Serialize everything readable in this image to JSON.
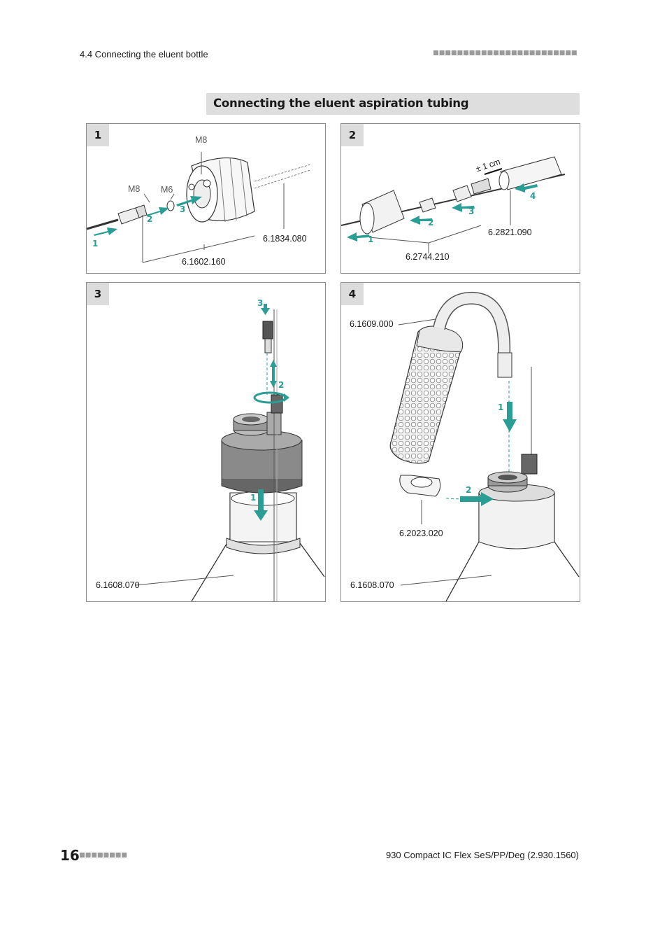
{
  "header": {
    "section": "4.4 Connecting the eluent bottle"
  },
  "title": "Connecting the eluent aspiration tubing",
  "panels": [
    {
      "number": "1",
      "labels": [
        "M8",
        "M8",
        "M6",
        "6.1834.080",
        "6.1602.160"
      ],
      "steps": [
        "1",
        "2",
        "3"
      ]
    },
    {
      "number": "2",
      "labels": [
        "± 1 cm",
        "6.2821.090",
        "6.2744.210"
      ],
      "steps": [
        "1",
        "2",
        "3",
        "4"
      ]
    },
    {
      "number": "3",
      "labels": [
        "6.1608.070"
      ],
      "steps": [
        "3",
        "2",
        "1"
      ]
    },
    {
      "number": "4",
      "labels": [
        "6.1609.000",
        "6.2023.020",
        "6.1608.070"
      ],
      "steps": [
        "1",
        "2"
      ]
    }
  ],
  "footer": {
    "page_number": "16",
    "product": "930 Compact IC Flex SeS/PP/Deg (2.930.1560)"
  },
  "colors": {
    "accent": "#2a9d95",
    "badge_bg": "#dcdcdc",
    "title_bg": "#dedede"
  }
}
